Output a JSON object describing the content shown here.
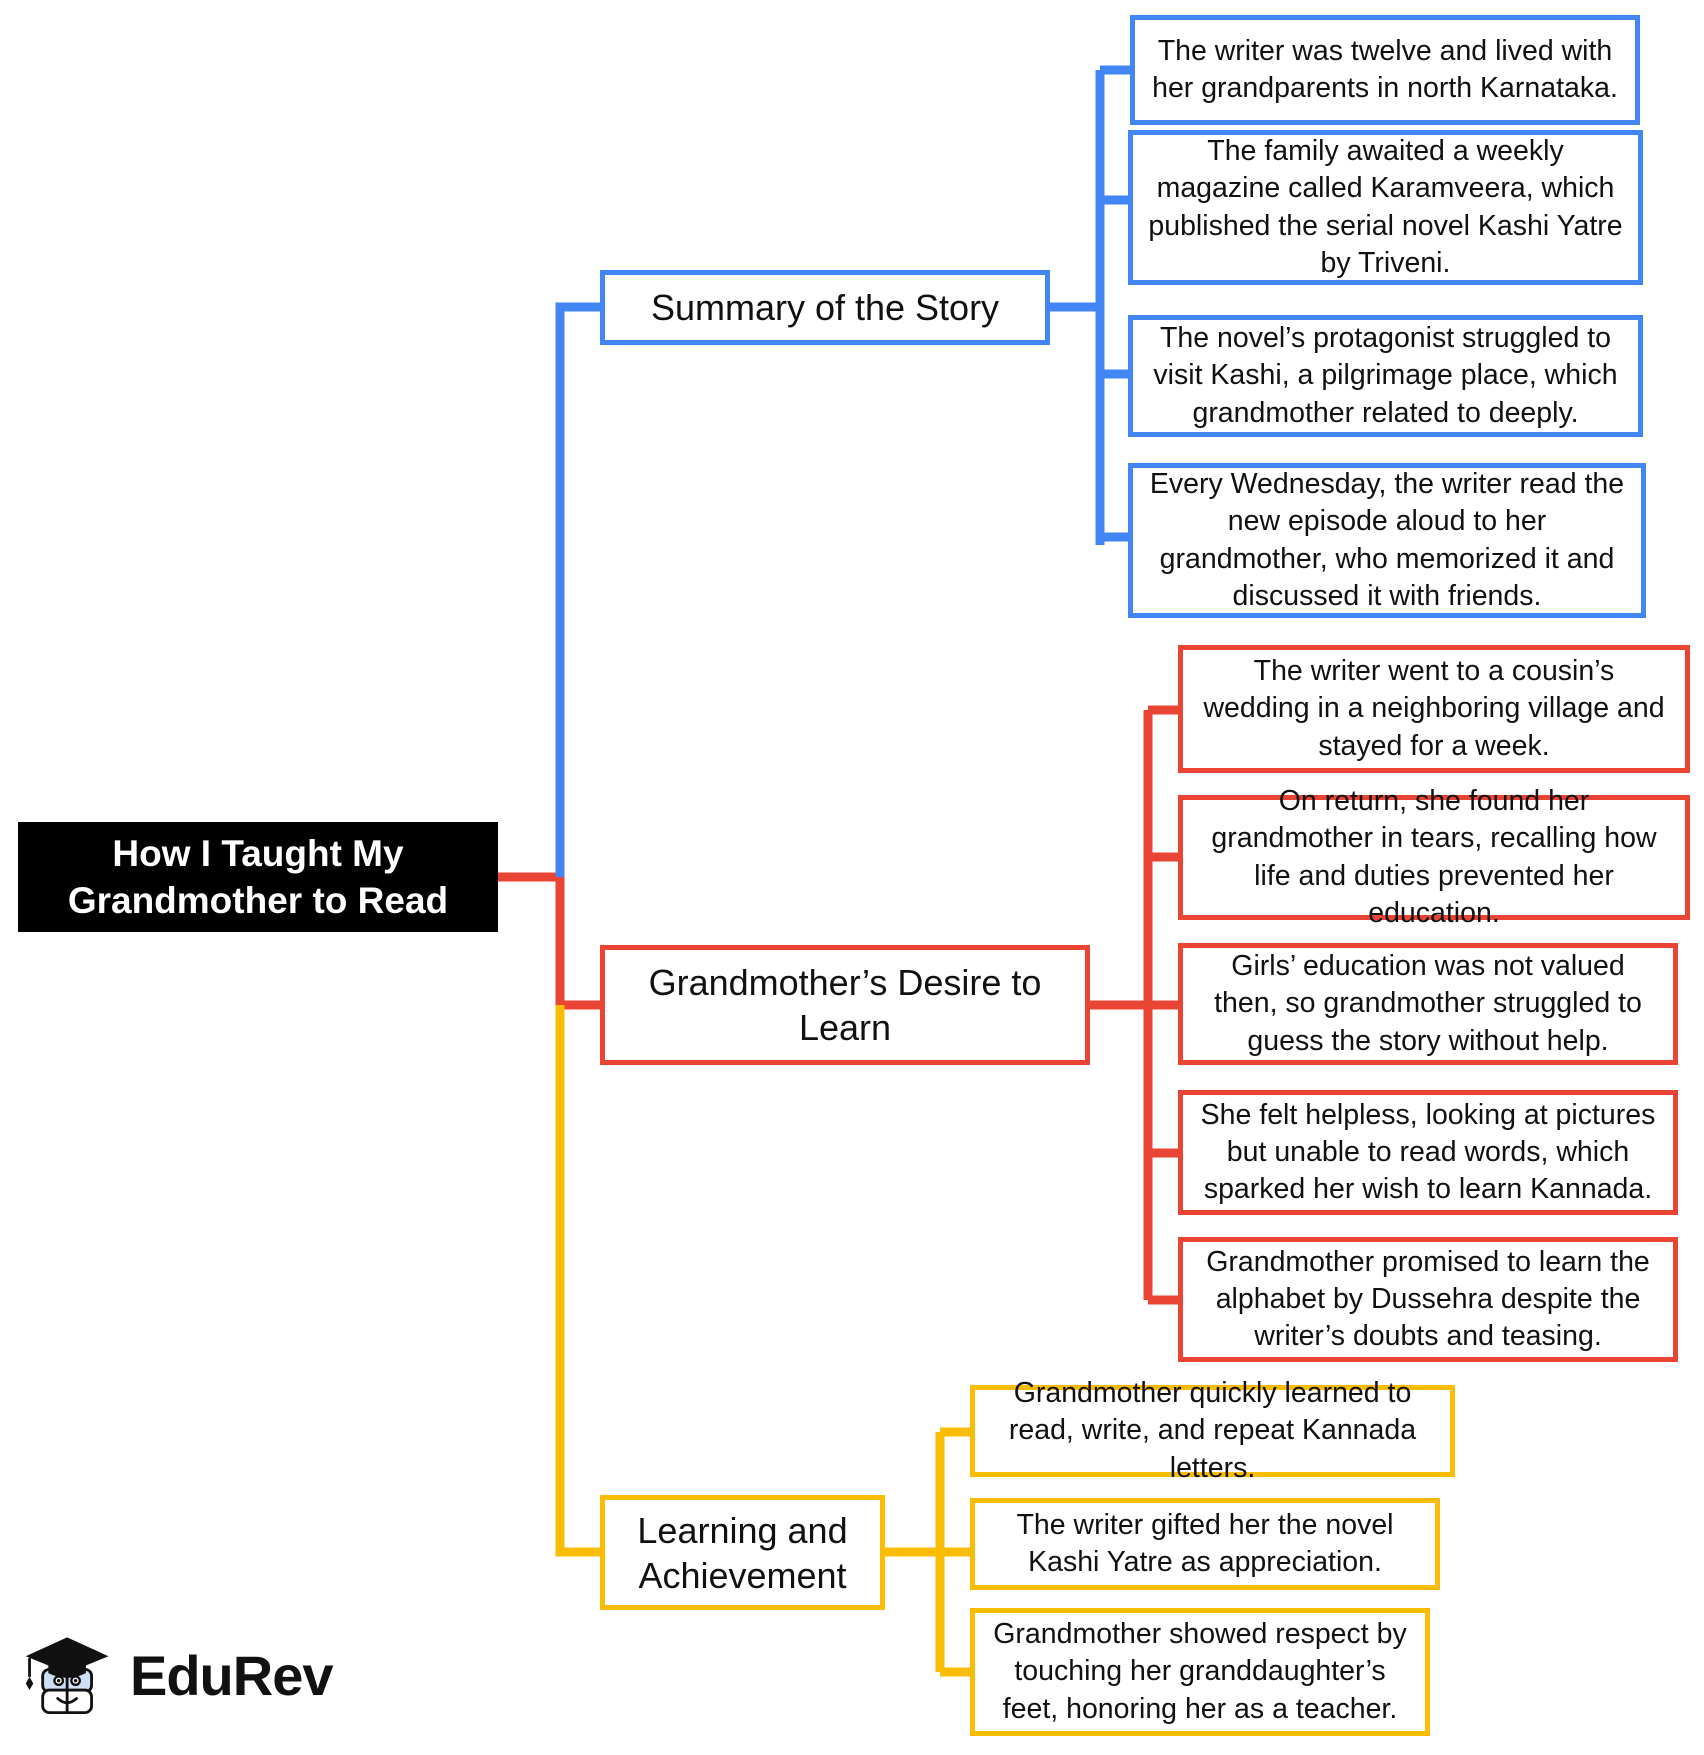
{
  "diagram": {
    "type": "mind-map",
    "root": {
      "label": "How I Taught My Grandmother to Read",
      "color": "#000000"
    },
    "branches": [
      {
        "id": "summary",
        "label": "Summary of the Story",
        "color": "#4285f4",
        "leaves": [
          {
            "text": "The writer was twelve and lived with her grandparents in north Karnataka."
          },
          {
            "text": "The family awaited a weekly magazine called Karamveera, which published the serial novel Kashi Yatre by Triveni."
          },
          {
            "text": "The novel’s protagonist struggled to visit Kashi, a pilgrimage place, which grandmother related to deeply."
          },
          {
            "text": "Every Wednesday, the writer read the new episode aloud to her grandmother, who memorized it and discussed it with friends."
          }
        ]
      },
      {
        "id": "desire",
        "label": "Grandmother’s Desire to Learn",
        "color": "#ea4435",
        "leaves": [
          {
            "text": "The writer went to a cousin’s wedding in a neighboring village and stayed for a week."
          },
          {
            "text": "On return, she found her grandmother in tears, recalling how life and duties prevented her education."
          },
          {
            "text": "Girls’ education was not valued then, so grandmother struggled to guess the story without help."
          },
          {
            "text": "She felt helpless, looking at pictures but unable to read words, which sparked her wish to learn Kannada."
          },
          {
            "text": "Grandmother promised to learn the alphabet by Dussehra despite the writer’s doubts and teasing."
          }
        ]
      },
      {
        "id": "learning",
        "label": "Learning and Achievement",
        "color": "#fbbc04",
        "leaves": [
          {
            "text": "Grandmother quickly learned to read, write, and repeat Kannada letters."
          },
          {
            "text": "The writer gifted her the novel Kashi Yatre as appreciation."
          },
          {
            "text": "Grandmother showed respect by touching her granddaughter’s feet, honoring her as a teacher."
          }
        ]
      }
    ]
  },
  "branding": {
    "name": "EduRev",
    "icon": "graduation-cap-book-icon"
  }
}
